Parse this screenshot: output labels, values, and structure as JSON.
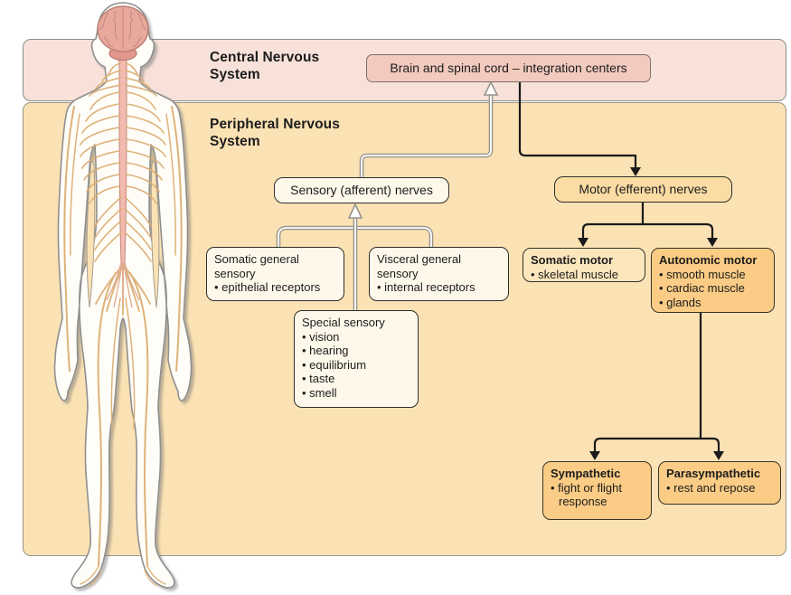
{
  "figure": {
    "type": "flow-diagram",
    "subject": "Organization of the nervous system"
  },
  "cns": {
    "heading": "Central Nervous System",
    "brain_box_label": "Brain and spinal cord – integration centers"
  },
  "pns": {
    "heading": "Peripheral Nervous System"
  },
  "nodes": {
    "sensory": {
      "label": "Sensory (afferent) nerves"
    },
    "motor": {
      "label": "Motor (efferent) nerves"
    },
    "somatic_sensory": {
      "title": "Somatic general sensory",
      "items": [
        "• epithelial receptors"
      ]
    },
    "visceral_sensory": {
      "title": "Visceral general sensory",
      "items": [
        "• internal receptors"
      ]
    },
    "special_sensory": {
      "title": "Special sensory",
      "items": [
        "• vision",
        "• hearing",
        "• equilibrium",
        "• taste",
        "• smell"
      ]
    },
    "somatic_motor": {
      "title": "Somatic motor",
      "items": [
        "• skeletal muscle"
      ]
    },
    "autonomic_motor": {
      "title": "Autonomic motor",
      "items": [
        "• smooth muscle",
        "• cardiac muscle",
        "• glands"
      ]
    },
    "sympathetic": {
      "title": "Sympathetic",
      "items": [
        "• fight or flight response"
      ]
    },
    "parasympathetic": {
      "title": "Parasympathetic",
      "items": [
        "• rest and repose"
      ]
    }
  },
  "colors": {
    "cns_band": "#f7e1d8",
    "cns_box": "#f2cabe",
    "pns_panel": "#fbe2b4",
    "cream_box": "#fdf8ea",
    "light_orange_box": "#fce7bd",
    "orange_box": "#fbcc85",
    "motor_pill": "#fbdca4",
    "afferent_line": "#98948c",
    "efferent_line": "#1a1a1a",
    "brain_pink": "#e9a89e",
    "nerve_tan": "#dcae74"
  }
}
